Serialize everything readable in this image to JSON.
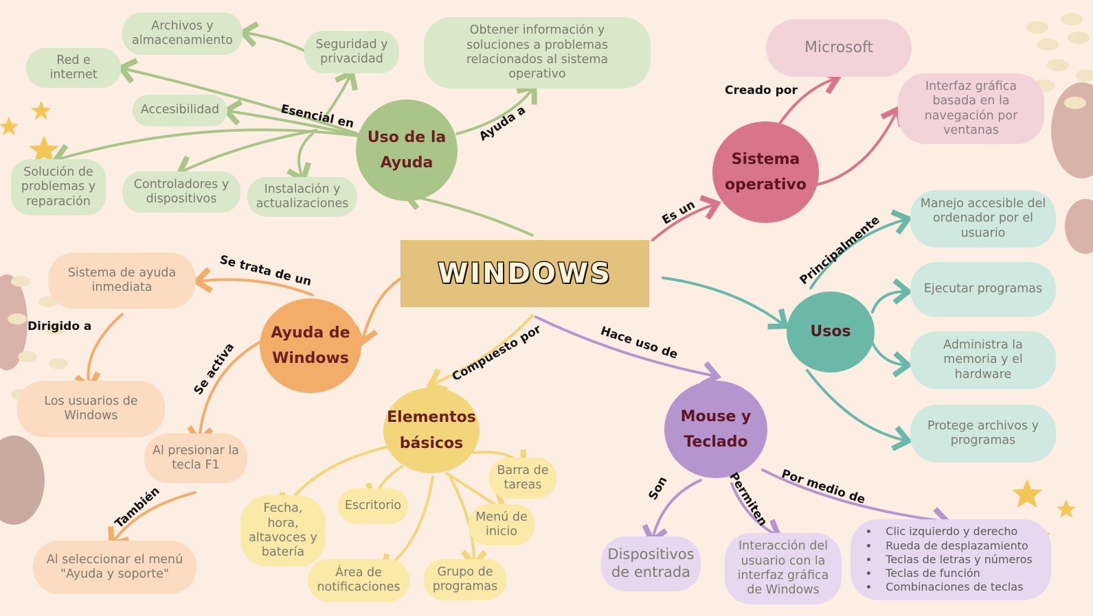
{
  "colors": {
    "background": "#fdeee4",
    "green": "#a9c587",
    "pink": "#d9758a",
    "teal": "#6ab8a7",
    "orange": "#f4ad69",
    "yellow": "#f3d67a",
    "purple": "#b695cf"
  },
  "center": {
    "title": "WINDOWS"
  },
  "hubs": {
    "ayuda_uso": "Uso de la\nAyuda",
    "so": "Sistema\noperativo",
    "usos": "Usos",
    "ayuda_windows": "Ayuda de\nWindows",
    "elementos": "Elementos\nbásicos",
    "mouse": "Mouse y\nTeclado"
  },
  "nodes": {
    "archivos": "Archivos y\nalmacenamiento",
    "seguridad": "Seguridad y\nprivacidad",
    "red": "Red e\ninternet",
    "accesibilidad": "Accesibilidad",
    "solucion": "Solución de\nproblemas y\nreparación",
    "controladores": "Controladores y\ndispositivos",
    "instalacion": "Instalación y\nactualizaciones",
    "obtener": "Obtener información y\nsoluciones a problemas\nrelacionados al sistema\noperativo",
    "microsoft": "Microsoft",
    "interfaz": "Interfaz gráfica\nbasada en la\nnavegación por\nventanas",
    "manejo": "Manejo accesible del\nordenador por el\nusuario",
    "ejecutar": "Ejecutar programas",
    "administra": "Administra la\nmemoria y el\nhardware",
    "protege": "Protege archivos y\nprogramas",
    "sistema_ayuda": "Sistema de ayuda\ninmediata",
    "usuarios": "Los usuarios de\nWindows",
    "presionar": "Al presionar la\ntecla F1",
    "seleccionar": "Al seleccionar el menú\n\"Ayuda y soporte\"",
    "fecha": "Fecha,\nhora,\naltavoces y\nbatería",
    "escritorio": "Escritorio",
    "barra": "Barra de\ntareas",
    "menu": "Menú de\ninicio",
    "area": "Área de\nnotificaciones",
    "grupo": "Grupo de\nprogramas",
    "dispositivos": "Dispositivos\nde entrada",
    "interaccion": "Interacción del\nusuario con la\ninterfaz gráfica\nde Windows",
    "medio_list": [
      "Clic izquierdo y derecho",
      "Rueda de desplazamiento",
      "Teclas de letras y números",
      "Teclas de función",
      "Combinaciones de teclas"
    ]
  },
  "labels": {
    "esencial": "Esencial en",
    "ayuda_a": "Ayuda a",
    "creado": "Creado por",
    "es_un": "Es un",
    "principalmente": "Principalmente",
    "se_trata": "Se trata de un",
    "dirigido": "Dirigido a",
    "se_activa": "Se activa",
    "tambien": "También",
    "compuesto": "Compuesto por",
    "hace_uso": "Hace uso de",
    "son": "Son",
    "permiten": "Permiten",
    "por_medio": "Por medio de"
  }
}
